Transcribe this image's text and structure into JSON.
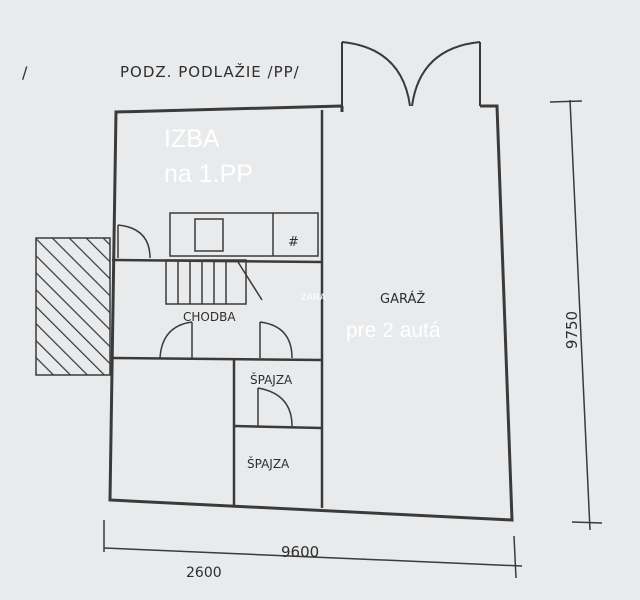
{
  "drawing": {
    "title": "PODZ. PODLAŽIE /PP/",
    "left_mark": "/"
  },
  "overlay_text": {
    "izba_line1": "IZBA",
    "izba_line2": "na 1.PP",
    "garage_note": "pre 2 autá",
    "watermark": "ZARA"
  },
  "rooms": {
    "corridor": "CHODBA",
    "garage": "GARÁŽ",
    "pantry_upper": "ŠPAJZA",
    "pantry_lower": "ŠPAJZA"
  },
  "dimensions": {
    "total_width": "9600",
    "total_depth": "9750",
    "partial_width": "2600"
  },
  "fixtures": {
    "mark": "#"
  },
  "colors": {
    "paper": "#e8eaec",
    "ink": "#3a3a3a",
    "overlay": "#ffffff"
  }
}
